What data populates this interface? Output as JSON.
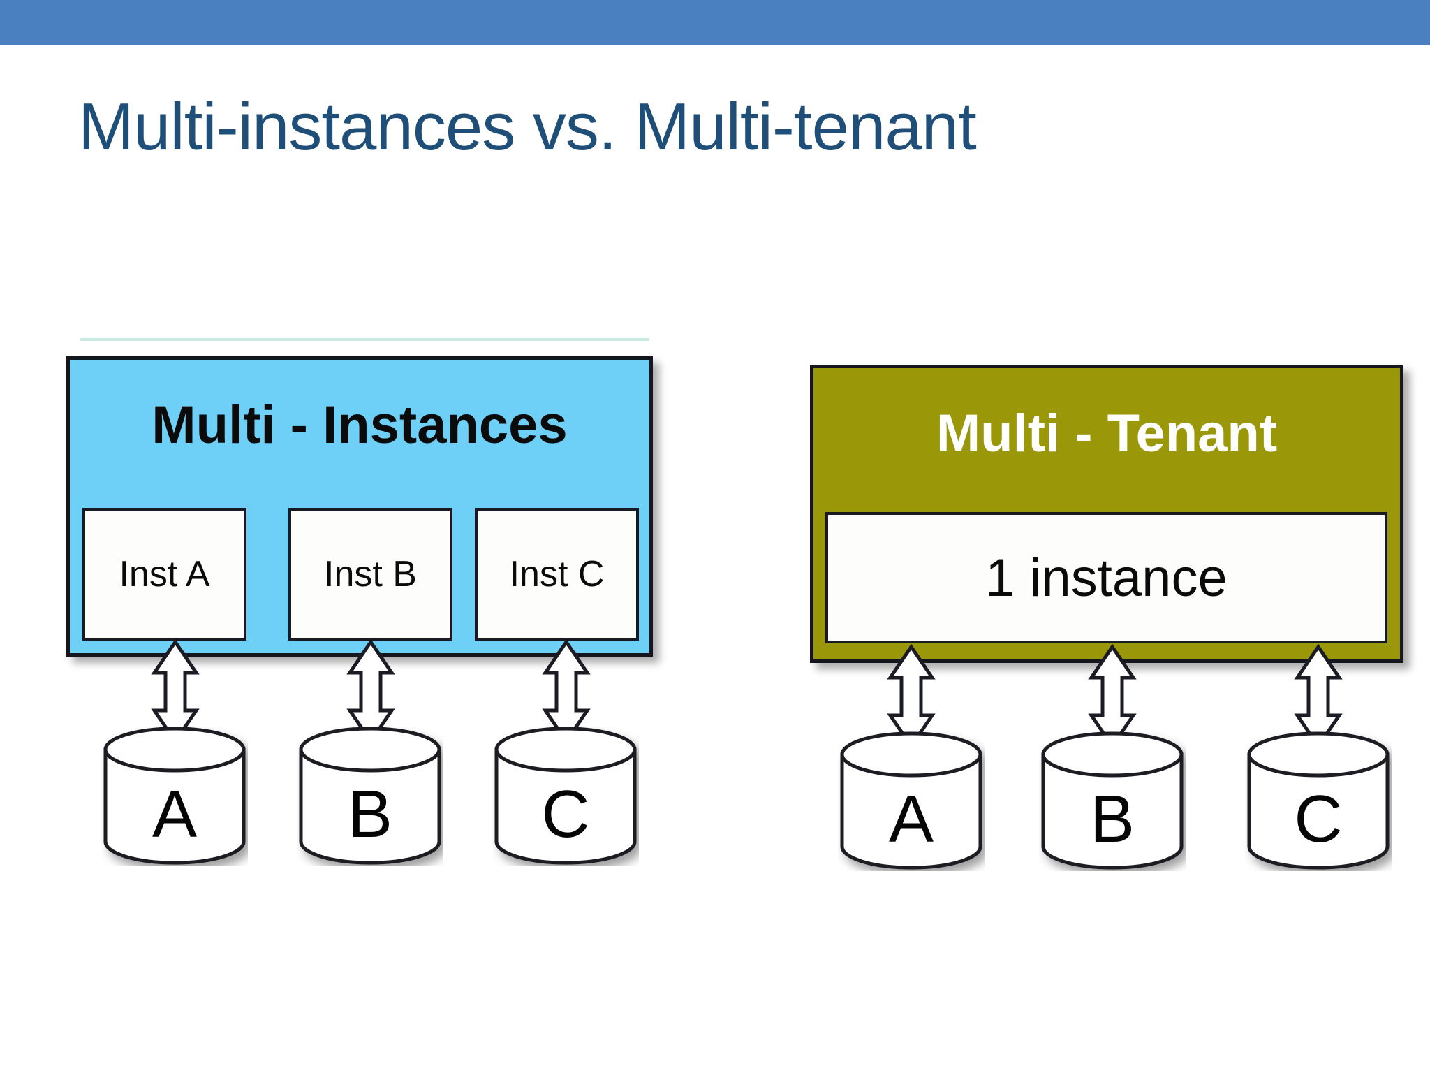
{
  "slide": {
    "title": "Multi-instances vs. Multi-tenant",
    "header_color": "#4a80bf",
    "title_color": "#1f4e79",
    "background": "#ffffff"
  },
  "diagram": {
    "type": "comparison-diagram",
    "panels": [
      {
        "id": "multi-instances",
        "heading": "Multi - Instances",
        "fill_color": "#6ed0f7",
        "heading_color": "#000000",
        "boxes": [
          {
            "label": "Inst A"
          },
          {
            "label": "Inst B"
          },
          {
            "label": "Inst C"
          }
        ],
        "databases": [
          {
            "label": "A"
          },
          {
            "label": "B"
          },
          {
            "label": "C"
          }
        ],
        "connectors": 3,
        "connector_style": "double-headed-arrow"
      },
      {
        "id": "multi-tenant",
        "heading": "Multi - Tenant",
        "fill_color": "#9a9708",
        "heading_color": "#ffffff",
        "boxes": [
          {
            "label": "1 instance"
          }
        ],
        "databases": [
          {
            "label": "A"
          },
          {
            "label": "B"
          },
          {
            "label": "C"
          }
        ],
        "connectors": 3,
        "connector_style": "double-headed-arrow"
      }
    ]
  }
}
